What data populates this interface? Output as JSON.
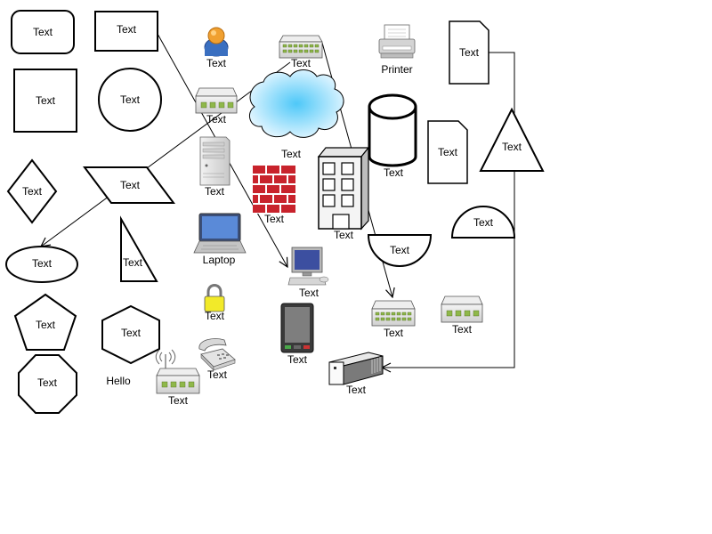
{
  "shapes": {
    "rounded_rect": "Text",
    "rect_top": "Text",
    "square": "Text",
    "circle": "Text",
    "diamond": "Text",
    "parallelogram": "Text",
    "ellipse": "Text",
    "right_triangle": "Text",
    "pentagon": "Text",
    "hexagon": "Text",
    "octagon": "Text",
    "hello_label": "Hello",
    "document_top": "Text",
    "document_mid": "Text",
    "triangle": "Text",
    "half_circle_up": "Text",
    "half_circle_down": "Text",
    "cylinder": "Text"
  },
  "icons": {
    "user": "Text",
    "switch_top": "Text",
    "printer": "Printer",
    "switch_left": "Text",
    "cloud": "Text",
    "server_tower": "Text",
    "firewall": "Text",
    "building": "Text",
    "laptop": "Laptop",
    "desktop": "Text",
    "lock": "Text",
    "pda": "Text",
    "phone": "Text",
    "switch_mid": "Text",
    "switch_right": "Text",
    "wireless_ap": "Text",
    "rack_server": "Text"
  },
  "colors": {
    "switch_port": "#8fb84a",
    "firewall": "#c8232c",
    "lock": "#f2ea29",
    "cloud": "#a8dcf8",
    "user_head": "#f0a030",
    "user_body": "#3a6fc0"
  }
}
